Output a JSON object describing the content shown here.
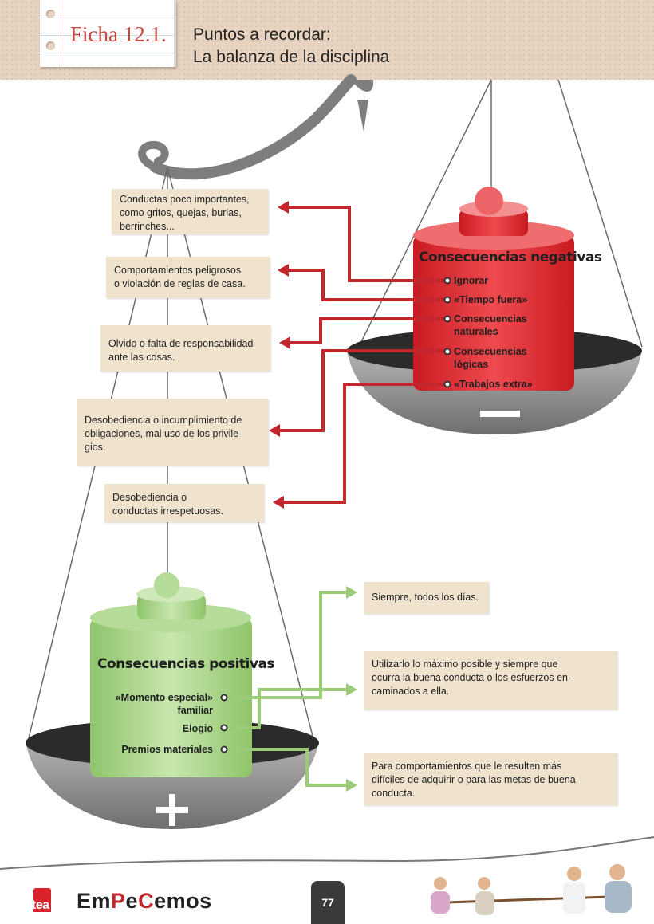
{
  "header": {
    "tag": "Ficha 12.1.",
    "title_line1": "Puntos a recordar:",
    "title_line2": "La balanza de la disciplina"
  },
  "negative": {
    "title": "Consecuencias negativas",
    "sign": "—",
    "items": [
      "Ignorar",
      "«Tiempo fuera»",
      "Consecuencias naturales",
      "Consecuencias lógicas",
      "«Trabajos extra»"
    ],
    "items_lines": [
      [
        "Ignorar"
      ],
      [
        "«Tiempo fuera»"
      ],
      [
        "Consecuencias",
        "naturales"
      ],
      [
        "Consecuencias",
        "lógicas"
      ],
      [
        "«Trabajos extra»"
      ]
    ],
    "notes": [
      [
        "Conductas poco importantes,",
        "como gritos, quejas, burlas,",
        "berrinches..."
      ],
      [
        "Comportamientos peligrosos",
        "o violación de reglas de casa."
      ],
      [
        "Olvido o falta de responsabilidad",
        "ante las cosas."
      ],
      [
        "Desobediencia o incumplimiento de",
        "obligaciones, mal uso de los privile-",
        "gios."
      ],
      [
        "Desobediencia o",
        "conductas irrespetuosas."
      ]
    ]
  },
  "positive": {
    "title": "Consecuencias positivas",
    "sign": "+",
    "items_lines": [
      [
        "«Momento especial»",
        "familiar"
      ],
      [
        "Elogio"
      ],
      [
        "Premios materiales"
      ]
    ],
    "notes": [
      [
        "Siempre, todos los días."
      ],
      [
        "Utilizarlo lo máximo posible y siempre que",
        "ocurra la buena conducta o los esfuerzos en-",
        "caminados a ella."
      ],
      [
        "Para comportamientos que le resulten más",
        "difíciles de adquirir o para las metas de buena",
        "conducta."
      ]
    ]
  },
  "footer": {
    "logo": "tea",
    "brand_parts": [
      "Em",
      "P",
      "e",
      "C",
      "emos"
    ],
    "page": "77"
  },
  "colors": {
    "negative_red": "#d8232a",
    "positive_green": "#a8d08d",
    "arrow_red": "#c3272e",
    "arrow_green": "#9ccb78",
    "pan_gray": "#8a8a8a",
    "header_bg": "#e7d3bf",
    "note_bg": "#efe3cd"
  }
}
